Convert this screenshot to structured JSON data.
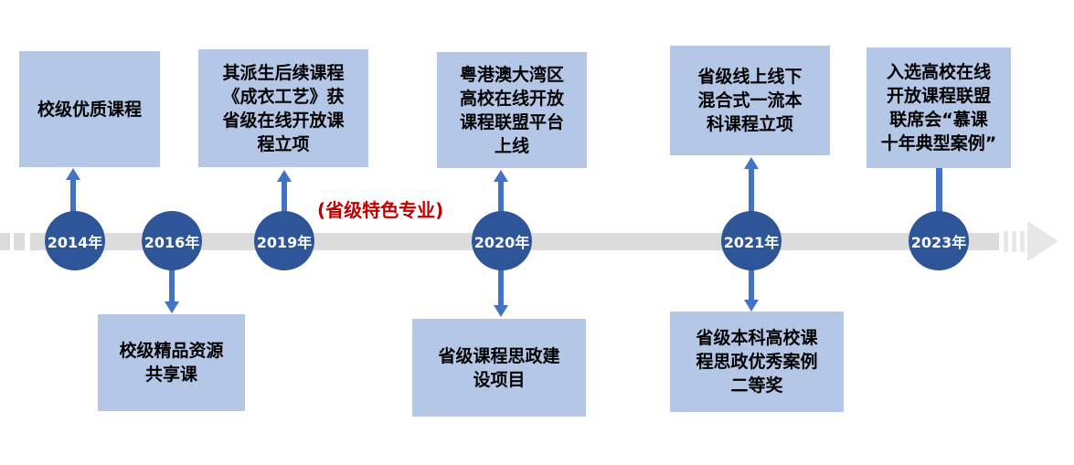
{
  "diagram": {
    "type": "timeline",
    "orientation": "horizontal",
    "annotation": "(省级特色专业)",
    "markers": [
      {
        "year": "2014年",
        "top": "校级优质课程"
      },
      {
        "year": "2016年",
        "bottom": "校级精品资源\n共享课"
      },
      {
        "year": "2019年",
        "top": "其派生后续课程\n《成衣工艺》获\n省级在线开放课\n程立项"
      },
      {
        "year": "2020年",
        "top": "粤港澳大湾区\n高校在线开放\n课程联盟平台\n上线",
        "bottom": "省级课程思政建\n设项目"
      },
      {
        "year": "2021年",
        "top": "省级线上线下\n混合式一流本\n科课程立项",
        "bottom": "省级本科高校课\n程思政优秀案例\n二等奖"
      },
      {
        "year": "2023年",
        "top": "入选高校在线\n开放课程联盟\n联席会“慕课\n十年典型案例”"
      }
    ]
  },
  "colors": {
    "event_box_fill": "#b4c7e7",
    "year_circle_fill": "#2e5597",
    "arrow_blue": "#4472c4",
    "timeline_gray": "#dcdcdc",
    "timeline_end_gray": "#e7e7e7",
    "annotation_red": "#c00000",
    "event_text": "#000000",
    "year_text": "#ffffff"
  }
}
